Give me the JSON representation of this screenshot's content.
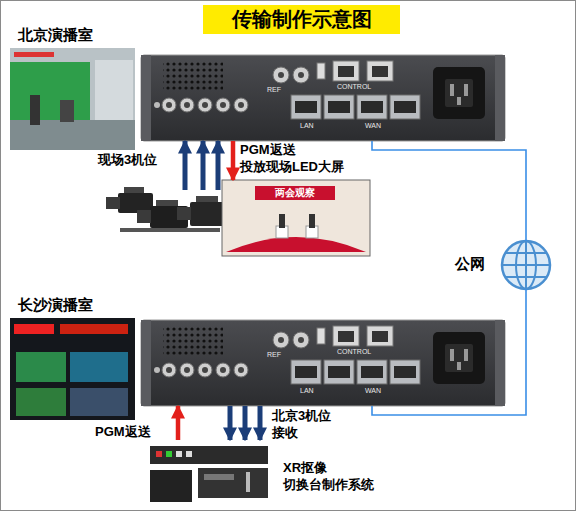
{
  "diagram": {
    "title": "传输制作示意图",
    "nodes": [
      {
        "text": [
          "北京演播室"
        ]
      },
      {
        "text": [
          "REF",
          "CONTROL",
          "LAN",
          "WAN"
        ]
      },
      {
        "text": [
          "现场3机位"
        ]
      },
      {
        "text": [
          "两会观察"
        ]
      },
      {
        "text": [
          "公网"
        ]
      },
      {
        "text": [
          "长沙演播室"
        ]
      },
      {
        "text": [
          "REF",
          "CONTROL",
          "LAN",
          "WAN"
        ]
      },
      {
        "text": [
          "XR抠像 切换台制作系统"
        ]
      }
    ],
    "edges": [
      {
        "from": 2,
        "to": 1,
        "arrow": "to"
      },
      {
        "from": 2,
        "to": 1,
        "arrow": "to"
      },
      {
        "from": 2,
        "to": 1,
        "arrow": "to"
      },
      {
        "from": 1,
        "to": 3,
        "label": "PGM返送 投放现场LED大屏",
        "arrow": "to"
      },
      {
        "from": 1,
        "to": 4,
        "arrow": "none"
      },
      {
        "from": 4,
        "to": 6,
        "arrow": "none"
      },
      {
        "from": 7,
        "to": 6,
        "label": "PGM返送",
        "arrow": "to"
      },
      {
        "from": 6,
        "to": 7,
        "arrow": "to"
      },
      {
        "from": 6,
        "to": 7,
        "arrow": "to"
      },
      {
        "from": 6,
        "to": 7,
        "label": "北京3机位 接收",
        "arrow": "to"
      }
    ]
  }
}
